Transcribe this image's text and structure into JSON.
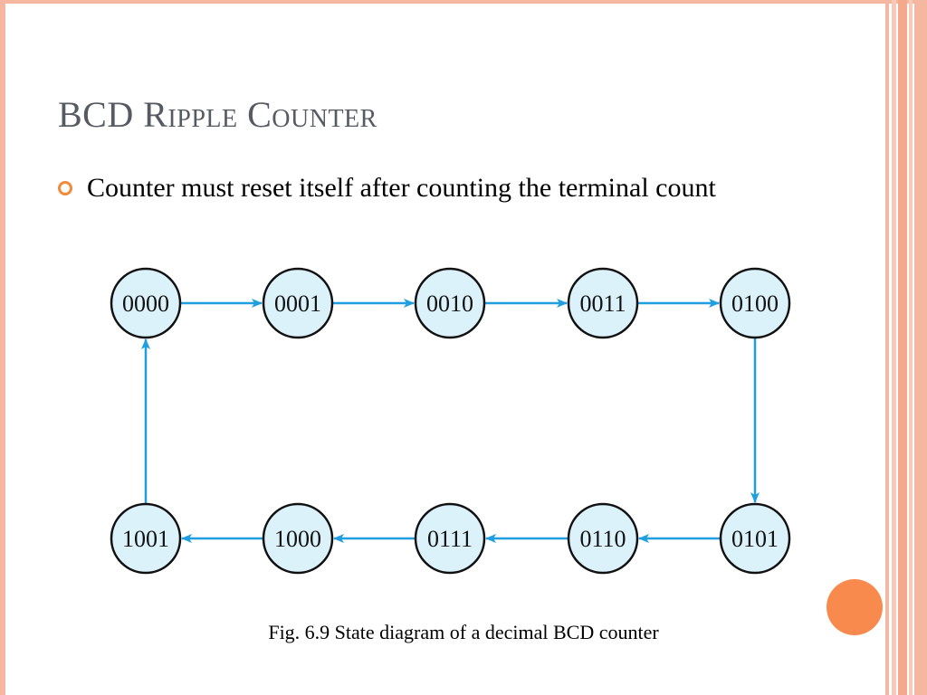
{
  "slide": {
    "title": "BCD Ripple Counter",
    "bullets": [
      "Counter must reset itself after counting the terminal count"
    ],
    "caption": "Fig. 6.9  State diagram of a decimal BCD counter"
  },
  "diagram": {
    "top_row": [
      "0000",
      "0001",
      "0010",
      "0011",
      "0100"
    ],
    "bottom_row": [
      "1001",
      "1000",
      "0111",
      "0110",
      "0101"
    ],
    "colors": {
      "node_fill": "#dcf2fb",
      "node_stroke": "#111111",
      "arrow": "#1f9ee0",
      "accent": "#f28a3c"
    }
  }
}
